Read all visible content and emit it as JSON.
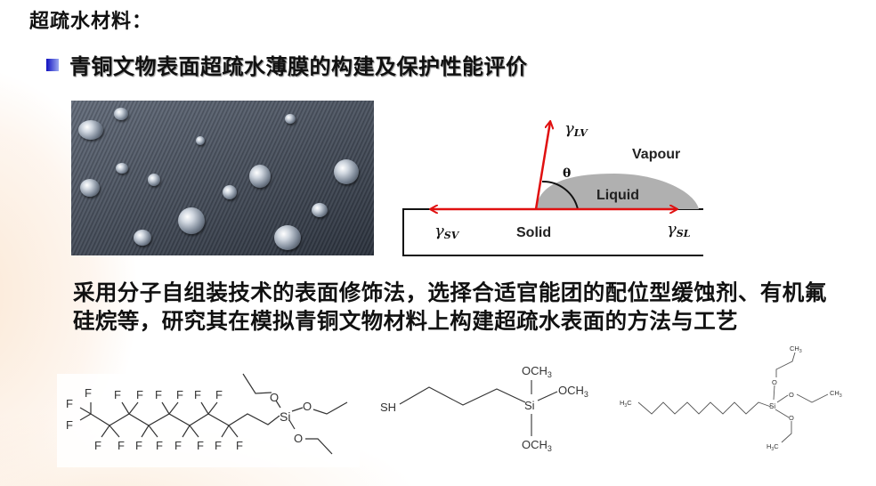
{
  "slide": {
    "title": "超疏水材料：",
    "subtitle": "青铜文物表面超疏水薄膜的构建及保护性能评价",
    "paragraph": "采用分子自组装技术的表面修饰法，选择合适官能团的配位型缓蚀剂、有机氟硅烷等，研究其在模拟青铜文物材料上构建超疏水表面的方法与工艺"
  },
  "diagram": {
    "gamma_lv": "γ",
    "gamma_lv_sub": "LV",
    "gamma_sv": "γ",
    "gamma_sv_sub": "SV",
    "gamma_sl": "γ",
    "gamma_sl_sub": "SL",
    "theta": "θ",
    "vapour": "Vapour",
    "liquid": "Liquid",
    "solid": "Solid",
    "arrow_color": "#e01010",
    "drop_color": "#b0b0b0"
  },
  "chem": {
    "c1": {
      "F": "F",
      "O": "O",
      "Si": "Si"
    },
    "c2": {
      "SH": "SH",
      "Si": "Si",
      "OCH3": "OCH",
      "sub3": "3"
    },
    "c3": {
      "H3C": "H",
      "C": "C",
      "CH": "CH",
      "sub3": "3",
      "O": "O",
      "Si": "Si"
    }
  }
}
